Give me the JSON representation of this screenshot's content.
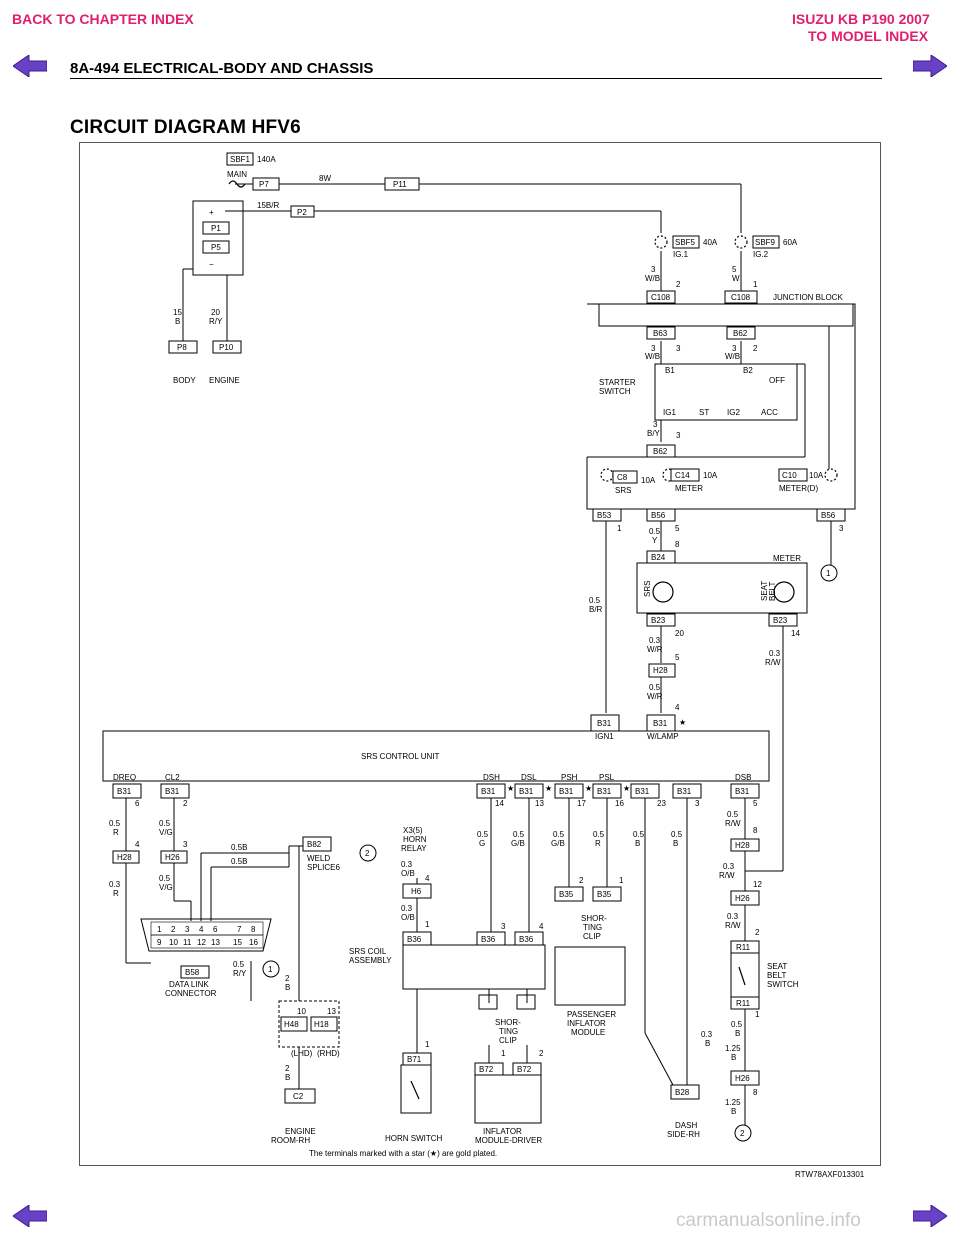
{
  "header": {
    "back_chapter": "BACK TO CHAPTER INDEX",
    "model_title": "ISUZU KB P190 2007",
    "to_model": "TO MODEL INDEX",
    "section": "8A-494  ELECTRICAL-BODY AND CHASSIS"
  },
  "title": "CIRCUIT DIAGRAM HFV6",
  "accent_color": "#e0206e",
  "nav_color": "#6a40c8",
  "diagram": {
    "fuse_main": "SBF1",
    "fuse_main_amp": "140A",
    "main": "MAIN",
    "p7": "P7",
    "p11": "P11",
    "w8": "8W",
    "w15": "15B/R",
    "p2": "P2",
    "plus": "+",
    "p1": "P1",
    "p5": "P5",
    "minus": "−",
    "w15b_n": "15",
    "w15b_c": "B",
    "w20_n": "20",
    "w20_c": "R/Y",
    "p8": "P8",
    "p10": "P10",
    "body": "BODY",
    "engine": "ENGINE",
    "sbf5": "SBF5",
    "sbf5_amp": "40A",
    "ig1": "IG.1",
    "sbf9": "SBF9",
    "sbf9_amp": "60A",
    "ig2": "IG.2",
    "w3_n": "3",
    "w3_c": "W/B",
    "w5_n": "5",
    "w5_c": "W",
    "pin2": "2",
    "pin1": "1",
    "c108": "C108",
    "junction": "JUNCTION BLOCK",
    "b63": "B63",
    "b62": "B62",
    "pin3": "3",
    "starter1": "STARTER",
    "starter2": "SWITCH",
    "b1": "B1",
    "b2": "B2",
    "off": "OFF",
    "sw_ig1": "IG1",
    "st": "ST",
    "sw_ig2": "IG2",
    "acc": "ACC",
    "w3by_c": "B/Y",
    "c8": "C8",
    "c8_amp": "10A",
    "srs": "SRS",
    "c14": "C14",
    "c14_amp": "10A",
    "meter": "METER",
    "c10": "C10",
    "c10_amp": "10A",
    "meter_d": "METER(D)",
    "b53": "B53",
    "b56": "B56",
    "w05": "0.5",
    "c_y": "Y",
    "pin5": "5",
    "pin8": "8",
    "b24": "B24",
    "meter_lbl": "METER",
    "srs_lamp": "SRS",
    "seat_belt1": "SEAT",
    "seat_belt2": "BELT",
    "c_br": "B/R",
    "b23": "B23",
    "pin20": "20",
    "pin14": "14",
    "w03": "0.3",
    "c_wr": "W/R",
    "c_rw": "R/W",
    "h28": "H28",
    "pin4": "4",
    "b31": "B31",
    "ign1": "IGN1",
    "wlamp": "W/LAMP",
    "srs_unit": "SRS CONTROL UNIT",
    "dreq": "DREQ",
    "cl2": "CL2",
    "dsh": "DSH",
    "dsl": "DSL",
    "psh": "PSH",
    "psl": "PSL",
    "dsb": "DSB",
    "pin6": "6",
    "pin13": "13",
    "pin17": "17",
    "pin16": "16",
    "pin23": "23",
    "c_r": "R",
    "c_vg": "V/G",
    "c_g": "G",
    "c_gb": "G/B",
    "c_b": "B",
    "c_ob": "O/B",
    "c_ry": "R/Y",
    "h26": "H26",
    "b58": "B58",
    "w05b": "0.5B",
    "b82": "B82",
    "weld1": "WELD",
    "weld2": "SPLICE6",
    "x3": "X3(5)",
    "horn_relay1": "HORN",
    "horn_relay2": "RELAY",
    "h6": "H6",
    "b36": "B36",
    "srs_coil1": "SRS COIL",
    "srs_coil2": "ASSEMBLY",
    "b35": "B35",
    "shorting1": "SHOR-",
    "shorting2": "TING",
    "shorting3": "CLIP",
    "pass1": "PASSENGER",
    "pass2": "INFLATOR",
    "pass3": "MODULE",
    "dlc1": "DATA LINK",
    "dlc2": "CONNECTOR",
    "dlc_pins": [
      "1",
      "2",
      "3",
      "4",
      "6",
      "7",
      "8",
      "9",
      "10",
      "11",
      "12",
      "13",
      "15",
      "16"
    ],
    "h48": "H48",
    "h18": "H18",
    "pin10": "10",
    "lhd": "(LHD)",
    "rhd": "(RHD)",
    "c2": "C2",
    "eng_room1": "ENGINE",
    "eng_room2": "ROOM-RH",
    "b71": "B71",
    "horn_sw": "HORN SWITCH",
    "b72": "B72",
    "infl1": "INFLATOR",
    "infl2": "MODULE-DRIVER",
    "b28": "B28",
    "dash1": "DASH",
    "dash2": "SIDE-RH",
    "r11": "R11",
    "seatsw1": "SEAT",
    "seatsw2": "BELT",
    "seatsw3": "SWITCH",
    "pin12": "12",
    "w125": "1.25",
    "star": "★",
    "circle1": "1",
    "circle2": "2",
    "footnote": "The terminals marked with a star (★) are gold plated."
  },
  "ref_code": "RTW78AXF013301",
  "watermark": "carmanualsonline.info"
}
